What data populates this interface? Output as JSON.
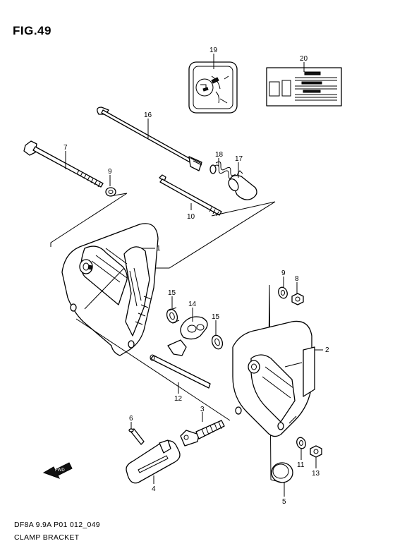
{
  "figure": {
    "title": "FIG.49",
    "code": "DF8A 9.9A P01 012_049",
    "name": "CLAMP BRACKET",
    "fwd_label": "FWD"
  },
  "callouts": [
    {
      "id": "c1",
      "label": "1"
    },
    {
      "id": "c2",
      "label": "2"
    },
    {
      "id": "c3",
      "label": "3"
    },
    {
      "id": "c4",
      "label": "4"
    },
    {
      "id": "c5",
      "label": "5"
    },
    {
      "id": "c6",
      "label": "6"
    },
    {
      "id": "c7",
      "label": "7"
    },
    {
      "id": "c8",
      "label": "8"
    },
    {
      "id": "c9a",
      "label": "9"
    },
    {
      "id": "c9b",
      "label": "9"
    },
    {
      "id": "c10",
      "label": "10"
    },
    {
      "id": "c11",
      "label": "11"
    },
    {
      "id": "c12",
      "label": "12"
    },
    {
      "id": "c13",
      "label": "13"
    },
    {
      "id": "c14",
      "label": "14"
    },
    {
      "id": "c15a",
      "label": "15"
    },
    {
      "id": "c15b",
      "label": "15"
    },
    {
      "id": "c16",
      "label": "16"
    },
    {
      "id": "c17",
      "label": "17"
    },
    {
      "id": "c18",
      "label": "18"
    },
    {
      "id": "c19",
      "label": "19"
    },
    {
      "id": "c20",
      "label": "20"
    }
  ]
}
